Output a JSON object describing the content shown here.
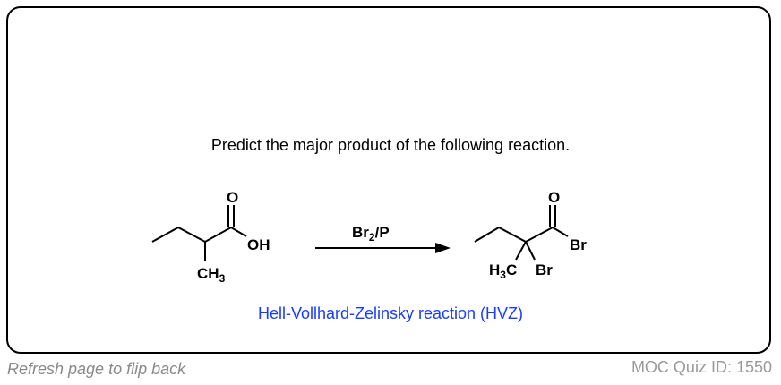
{
  "question": "Predict the major product of the following reaction.",
  "reactant": {
    "atoms": {
      "o": "O",
      "oh": "OH",
      "ch3": "CH",
      "ch3_sub": "3"
    }
  },
  "reagent": {
    "main": "Br",
    "sub": "2",
    "tail": "/P"
  },
  "product": {
    "atoms": {
      "o": "O",
      "br_acyl": "Br",
      "h3c_h": "H",
      "h3c_sub": "3",
      "h3c_c": "C",
      "br_alpha": "Br"
    }
  },
  "reaction_name": "Hell-Vollhard-Zelinsky reaction (HVZ)",
  "footer": {
    "flip_hint": "Refresh page to flip back",
    "quiz_id": "MOC Quiz ID: 1550"
  },
  "colors": {
    "reaction_name": "#1a3cff"
  }
}
